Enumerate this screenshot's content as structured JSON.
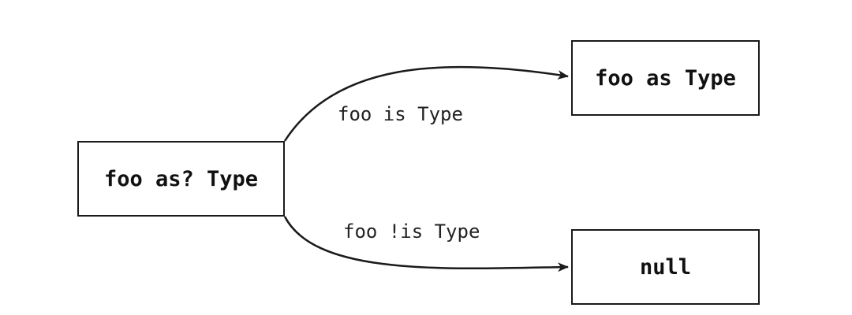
{
  "diagram": {
    "nodes": {
      "source": "foo as? Type",
      "cast": "foo as Type",
      "null": "null"
    },
    "edges": {
      "is_label": "foo is Type",
      "not_is_label": "foo !is Type"
    },
    "colors": {
      "stroke": "#1a1a1a",
      "text": "#111111",
      "background": "#ffffff"
    }
  }
}
